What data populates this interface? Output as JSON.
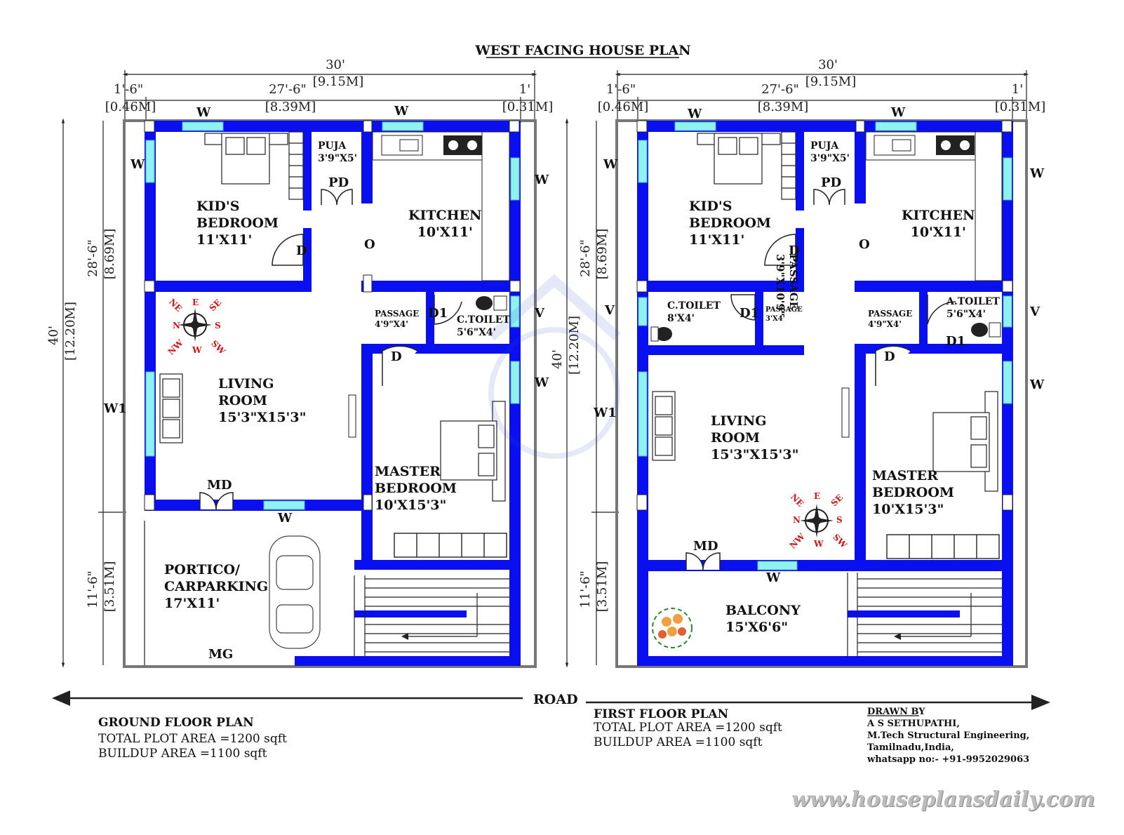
{
  "title": "WEST FACING HOUSE PLAN",
  "road_label": "ROAD",
  "ground_floor": {
    "dims": {
      "overall_w": "30'",
      "overall_w_m": "[9.15M]",
      "left": "1'-6\"",
      "left_m": "[0.46M]",
      "mid": "27'-6\"",
      "mid_m": "[8.39M]",
      "right": "1'",
      "right_m": "[0.31M]",
      "height": "40'",
      "height_m": "[12.20M]",
      "upper": "28'-6\"",
      "upper_m": "[8.69M]",
      "lower": "11'-6\"",
      "lower_m": "[3.51M]"
    },
    "rooms": {
      "kids_bedroom": "KID'S\nBEDROOM\n11'X11'",
      "puja": "PUJA\n3'9\"X5'",
      "kitchen": "KITCHEN\n10'X11'",
      "passage": "PASSAGE\n4'9\"X4'",
      "c_toilet": "C.TOILET\n5'6\"X4'",
      "living": "LIVING\nROOM\n15'3\"X15'3\"",
      "master": "MASTER\nBEDROOM\n10'X15'3\"",
      "portico": "PORTICO/\nCARPARKING\n17'X11'"
    },
    "marks": {
      "w": "W",
      "v": "V",
      "w1": "W1",
      "d": "D",
      "d1": "D1",
      "pd": "PD",
      "o": "O",
      "md": "MD",
      "mg": "MG"
    },
    "caption": "GROUND FLOOR PLAN",
    "plot_area": "TOTAL PLOT AREA =1200 sqft",
    "buildup_area": "BUILDUP AREA =1100 sqft"
  },
  "first_floor": {
    "dims": {
      "overall_w": "30'",
      "overall_w_m": "[9.15M]",
      "left": "1'-6\"",
      "left_m": "[0.46M]",
      "mid": "27'-6\"",
      "mid_m": "[8.39M]",
      "right": "1'",
      "right_m": "[0.31M]",
      "height": "40'",
      "height_m": "[12.20M]",
      "upper": "28'-6\"",
      "upper_m": "[8.69M]",
      "lower": "11'-6\"",
      "lower_m": "[3.51M]"
    },
    "rooms": {
      "kids_bedroom": "KID'S\nBEDROOM\n11'X11'",
      "puja": "PUJA\n3'9\"X5'",
      "kitchen": "KITCHEN\n10'X11'",
      "passage_vert": "PASSAGE\n3'9\"X10'9\"",
      "c_toilet": "C.TOILET\n8'X4'",
      "passage_small": "PASSAGE\n3'X4'",
      "passage": "PASSAGE\n4'9\"X4'",
      "a_toilet": "A.TOILET\n5'6\"X4'",
      "living": "LIVING\nROOM\n15'3\"X15'3\"",
      "master": "MASTER\nBEDROOM\n10'X15'3\"",
      "balcony": "BALCONY\n15'X6'6\""
    },
    "marks": {
      "w": "W",
      "v": "V",
      "w1": "W1",
      "d": "D",
      "d1": "D1",
      "pd": "PD",
      "o": "O",
      "md": "MD"
    },
    "caption": "FIRST FLOOR PLAN",
    "plot_area": "TOTAL PLOT AREA =1200 sqft",
    "buildup_area": "BUILDUP AREA =1100 sqft"
  },
  "compass": {
    "n": "N",
    "ne": "NE",
    "e": "E",
    "se": "SE",
    "s": "S",
    "sw": "SW",
    "w": "W",
    "nw": "NW"
  },
  "credits": {
    "heading": "DRAWN BY",
    "name": "A S SETHUPATHI,",
    "degree": "M.Tech Structural Engineering,",
    "place": "Tamilnadu,India,",
    "contact": "whatsapp no:- +91-9952029063"
  },
  "website": "www.houseplansdaily.com",
  "colors": {
    "wall": "#0a0ff0",
    "window": "#8ff2ef",
    "compass": "#e01818"
  }
}
